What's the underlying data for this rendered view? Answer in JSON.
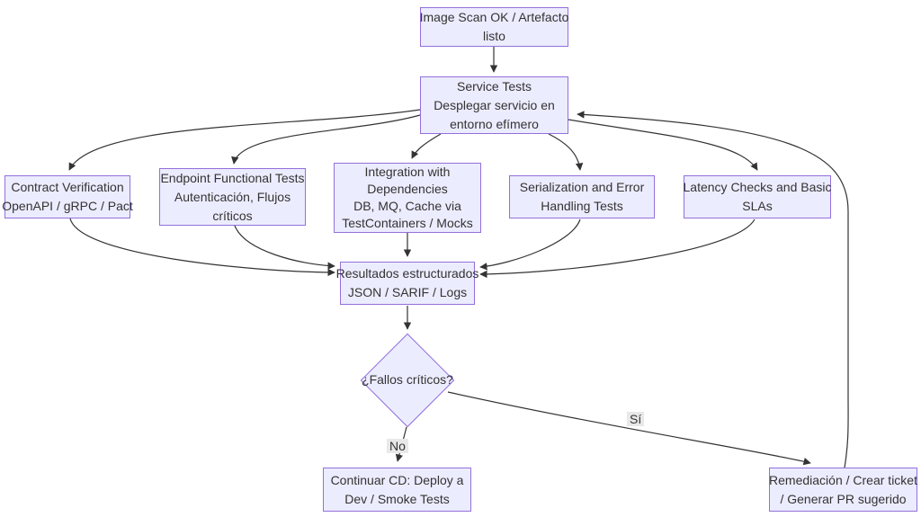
{
  "diagram": {
    "kind": "flowchart",
    "direction": "top-down",
    "colors": {
      "node_fill": "#ECECFF",
      "node_border": "#9370DB",
      "edge_stroke": "#333333",
      "text": "#333333",
      "edge_label_bg": "#e8e8e8",
      "background": "#ffffff"
    }
  },
  "nodes": {
    "image_scan": {
      "lines": [
        "Image Scan OK / Artefacto",
        "listo"
      ]
    },
    "service": {
      "lines": [
        "Service Tests",
        "Desplegar servicio en",
        "entorno efímero"
      ]
    },
    "contract": {
      "lines": [
        "Contract Verification",
        "OpenAPI / gRPC / Pact"
      ]
    },
    "endpoint": {
      "lines": [
        "Endpoint Functional Tests",
        "Autenticación, Flujos",
        "críticos"
      ]
    },
    "integration": {
      "lines": [
        "Integration with",
        "Dependencies",
        "DB, MQ, Cache via",
        "TestContainers / Mocks"
      ]
    },
    "serialization": {
      "lines": [
        "Serialization and Error",
        "Handling Tests"
      ]
    },
    "latency": {
      "lines": [
        "Latency Checks and Basic",
        "SLAs"
      ]
    },
    "resultados": {
      "lines": [
        "Resultados estructurados",
        "JSON / SARIF / Logs"
      ]
    },
    "decision": {
      "lines": [
        "¿Fallos críticos?"
      ]
    },
    "continuar": {
      "lines": [
        "Continuar CD: Deploy a",
        "Dev / Smoke Tests"
      ]
    },
    "remediacion": {
      "lines": [
        "Remediación / Crear ticket",
        "/ Generar PR sugerido"
      ]
    }
  },
  "edges": [
    {
      "from": "image_scan",
      "to": "service",
      "label": ""
    },
    {
      "from": "service",
      "to": "contract",
      "label": ""
    },
    {
      "from": "service",
      "to": "endpoint",
      "label": ""
    },
    {
      "from": "service",
      "to": "integration",
      "label": ""
    },
    {
      "from": "service",
      "to": "serialization",
      "label": ""
    },
    {
      "from": "service",
      "to": "latency",
      "label": ""
    },
    {
      "from": "contract",
      "to": "resultados",
      "label": ""
    },
    {
      "from": "endpoint",
      "to": "resultados",
      "label": ""
    },
    {
      "from": "integration",
      "to": "resultados",
      "label": ""
    },
    {
      "from": "serialization",
      "to": "resultados",
      "label": ""
    },
    {
      "from": "latency",
      "to": "resultados",
      "label": ""
    },
    {
      "from": "resultados",
      "to": "decision",
      "label": ""
    },
    {
      "from": "decision",
      "to": "continuar",
      "label": "No"
    },
    {
      "from": "decision",
      "to": "remediacion",
      "label": "Sí"
    },
    {
      "from": "remediacion",
      "to": "service",
      "label": ""
    }
  ]
}
